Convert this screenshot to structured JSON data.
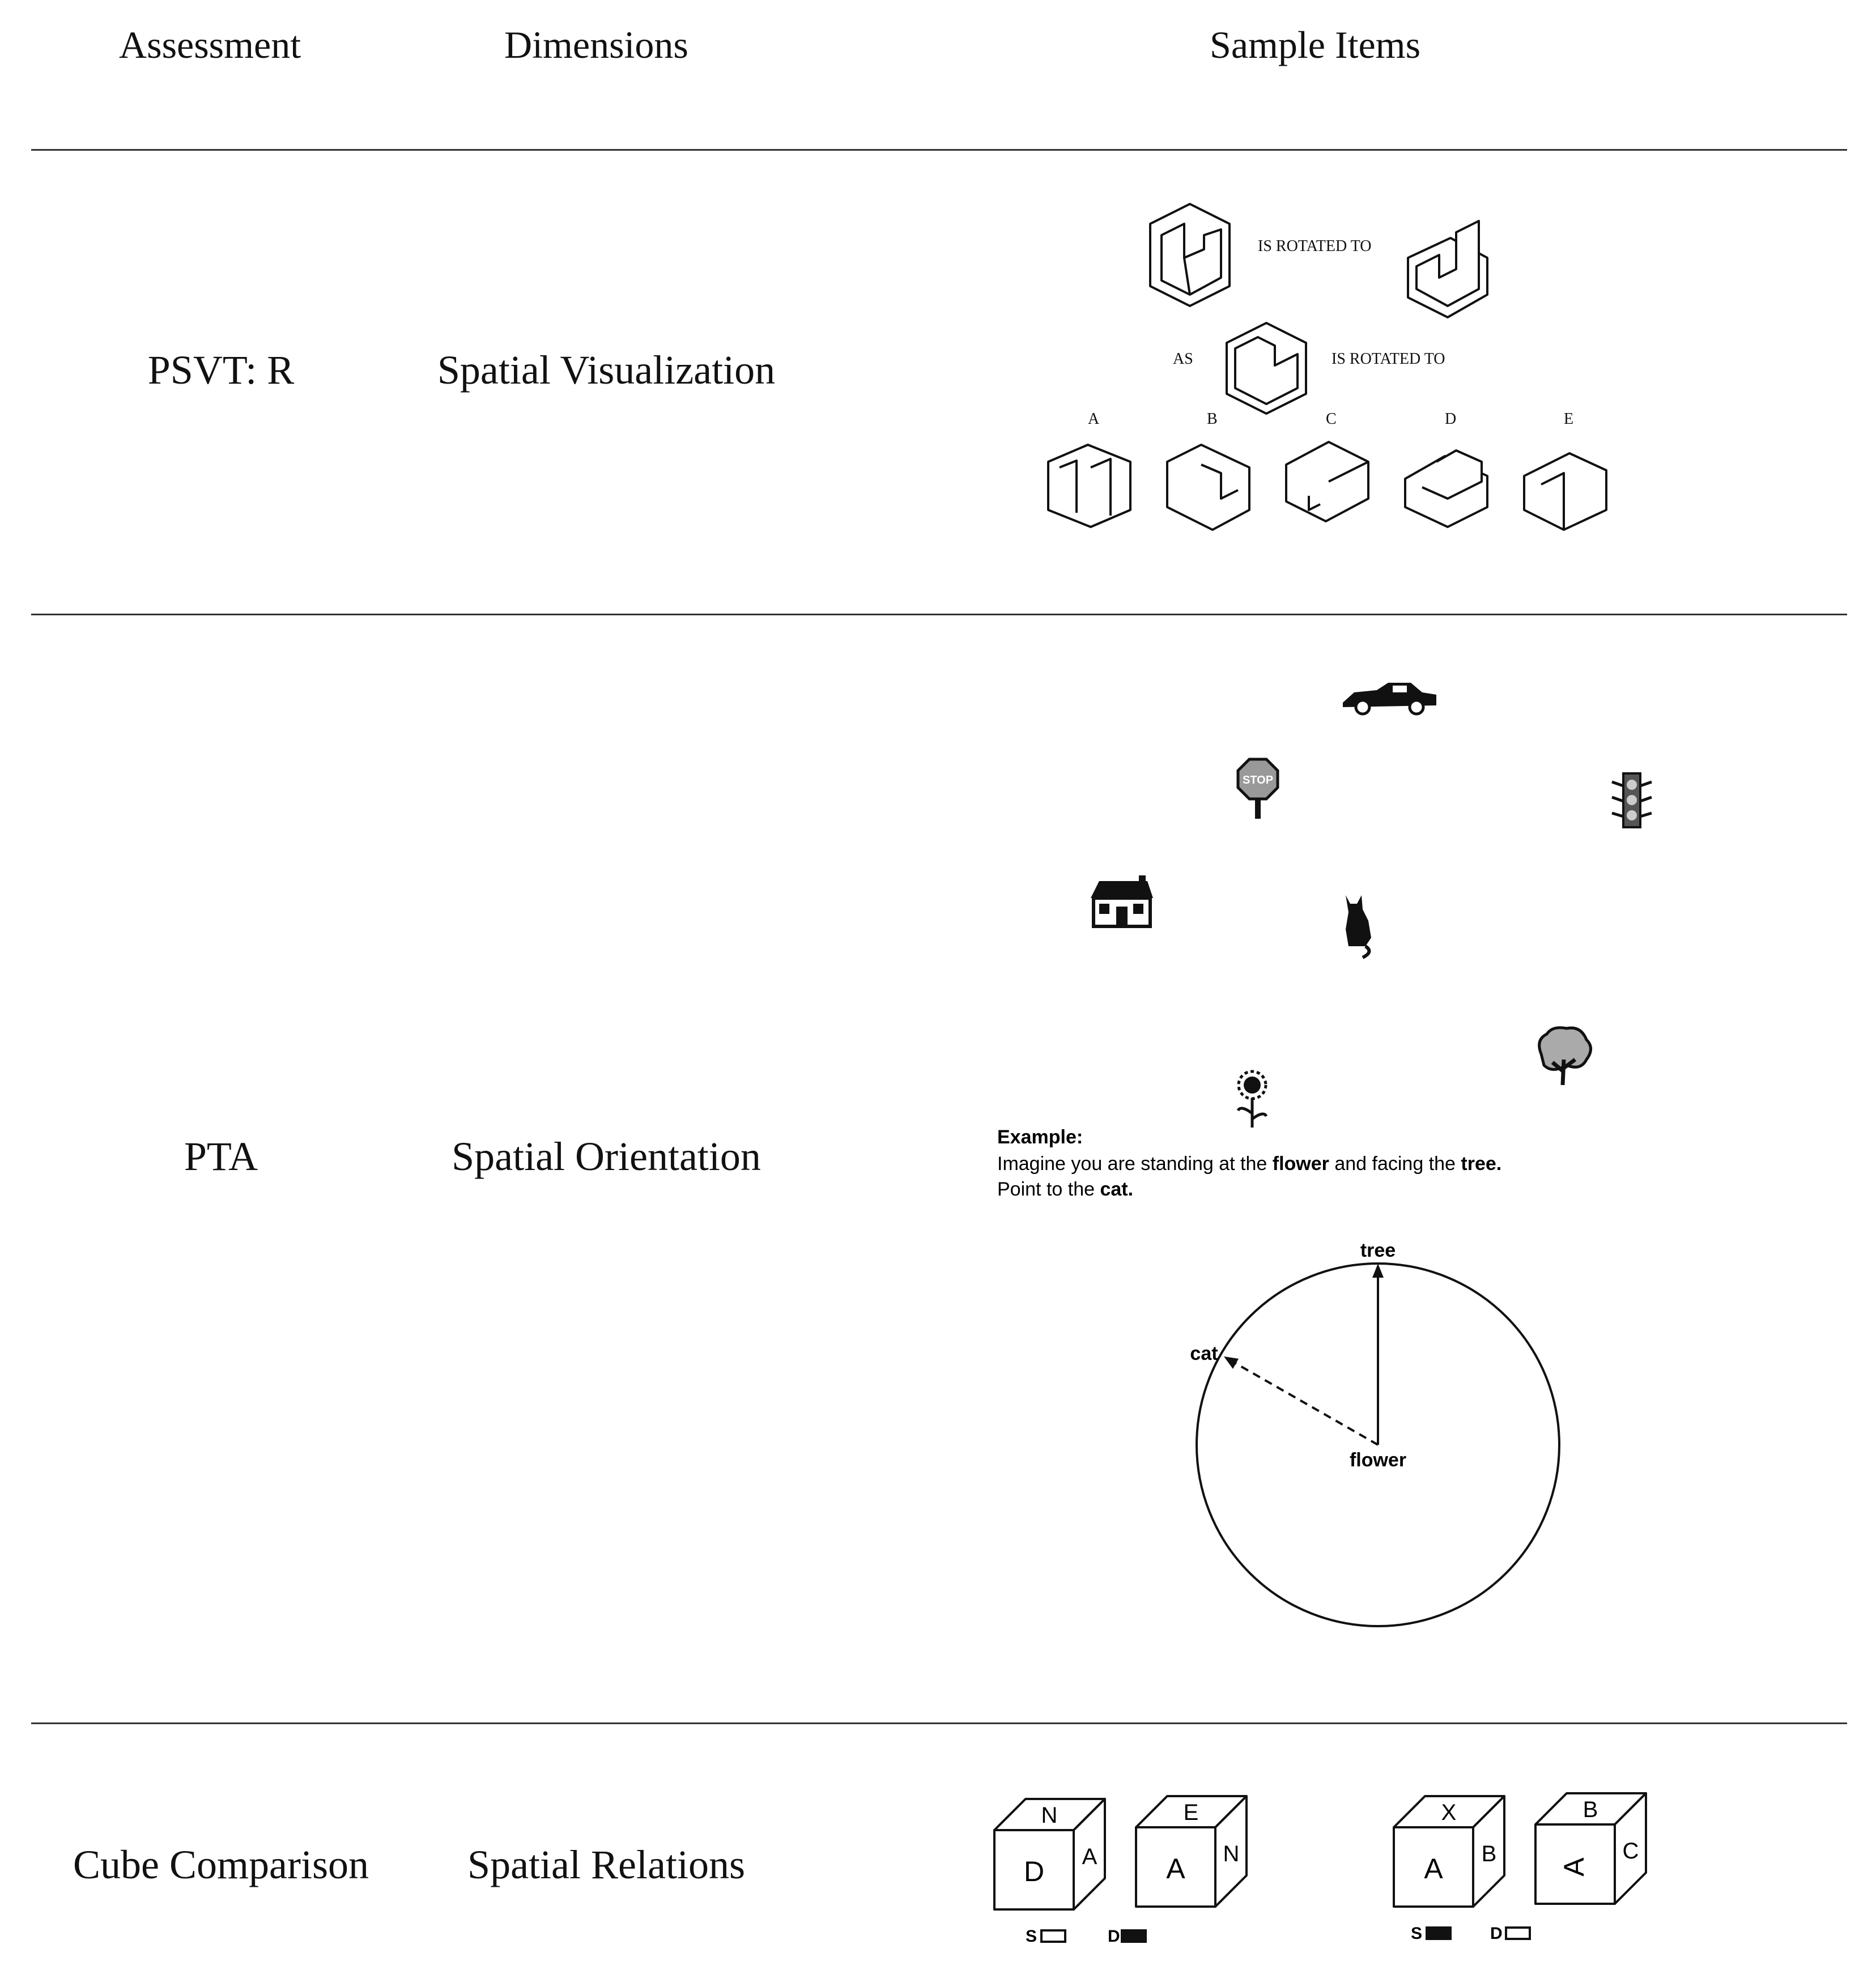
{
  "header": {
    "assessment": "Assessment",
    "dimensions": "Dimensions",
    "sample_items": "Sample Items"
  },
  "rows": [
    {
      "assessment": "PSVT: R",
      "dimension": "Spatial Visualization",
      "sample": {
        "is_rotated_to_1": "IS ROTATED TO",
        "as": "AS",
        "is_rotated_to_2": "IS ROTATED TO",
        "options": [
          "A",
          "B",
          "C",
          "D",
          "E"
        ]
      }
    },
    {
      "assessment": "PTA",
      "dimension": "Spatial Orientation",
      "sample": {
        "example_label": "Example:",
        "line1_pre": "Imagine you are standing at the ",
        "line1_b1": "flower",
        "line1_mid": " and facing the ",
        "line1_b2": "tree.",
        "line2_pre": "Point to the ",
        "line2_b": "cat.",
        "label_tree": "tree",
        "label_cat": "cat",
        "label_flower": "flower",
        "stop_sign_text": "STOP"
      }
    },
    {
      "assessment": "Cube Comparison",
      "dimension": "Spatial Relations",
      "sample": {
        "pair1": {
          "cube1": {
            "top": "N",
            "front": "D",
            "side": "A"
          },
          "cube2": {
            "top": "E",
            "front": "A",
            "side": "N"
          },
          "s_label": "S",
          "d_label": "D"
        },
        "pair2": {
          "cube1": {
            "top": "X",
            "front": "A",
            "side": "B"
          },
          "cube2": {
            "top": "B",
            "front": "A",
            "side": "C"
          },
          "s_label": "S",
          "d_label": "D"
        }
      }
    }
  ],
  "icons": [
    "car-icon",
    "stop-sign-icon",
    "traffic-light-icon",
    "house-icon",
    "cat-icon",
    "tree-icon",
    "flower-icon"
  ]
}
